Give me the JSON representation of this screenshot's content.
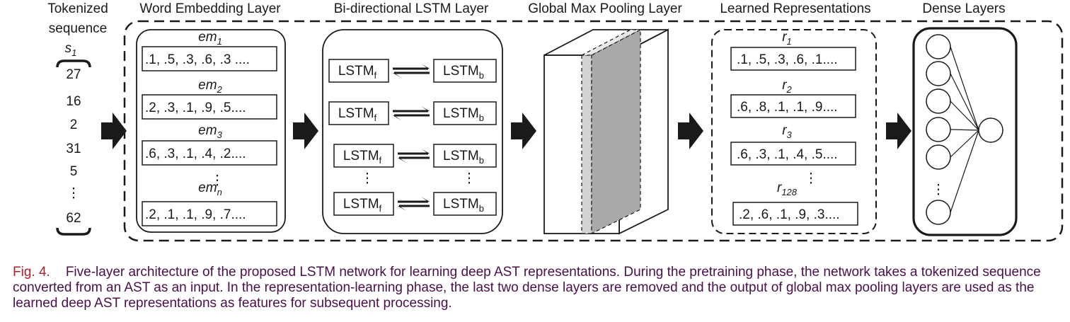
{
  "headers": {
    "input_line1": "Tokenized",
    "input_line2": "sequence",
    "embedding": "Word Embedding Layer",
    "lstm": "Bi-directional LSTM Layer",
    "pooling": "Global Max Pooling Layer",
    "learned": "Learned Representations",
    "dense": "Dense Layers"
  },
  "sequence": {
    "name_base": "s",
    "name_sub": "1",
    "tokens": [
      "27",
      "16",
      "2",
      "31",
      "5",
      "⋮",
      "62"
    ]
  },
  "embeddings": [
    {
      "label_base": "em",
      "label_sub": "1",
      "values": ".1, .5, .3, .6, .3 ...."
    },
    {
      "label_base": "em",
      "label_sub": "2",
      "values": ".2, .3, .1, .9, .5...."
    },
    {
      "label_base": "em",
      "label_sub": "3",
      "values": ".6, .3, .1, .4, .2...."
    },
    {
      "label_base": "em",
      "label_sub": "n",
      "values": ".2, .1, .1, .9, .7...."
    }
  ],
  "lstm": {
    "forward_base": "LSTM",
    "forward_sub": "f",
    "backward_base": "LSTM",
    "backward_sub": "b",
    "rows": 4
  },
  "representations": [
    {
      "label_base": "r",
      "label_sub": "1",
      "values": ".1, .5, .3, .6, .1...."
    },
    {
      "label_base": "r",
      "label_sub": "2",
      "values": ".6, .8, .1, .1, .9...."
    },
    {
      "label_base": "r",
      "label_sub": "3",
      "values": ".6, .3, .1, .4, .5...."
    },
    {
      "label_base": "r",
      "label_sub": "128",
      "values": ".2, .6, .1, .9, .3...."
    }
  ],
  "ellipsis": "⋮",
  "dense": {
    "input_nodes": 6,
    "output_nodes": 1
  },
  "caption": {
    "label": "Fig. 4.",
    "text": "Five-layer architecture of the proposed LSTM network for learning deep AST representations. During the pretraining phase, the network takes a tokenized sequence converted from an AST as an input. In the representation-learning phase, the last two dense layers are removed and the output of global max pooling layers are used as the learned deep AST representations as features for subsequent processing."
  }
}
